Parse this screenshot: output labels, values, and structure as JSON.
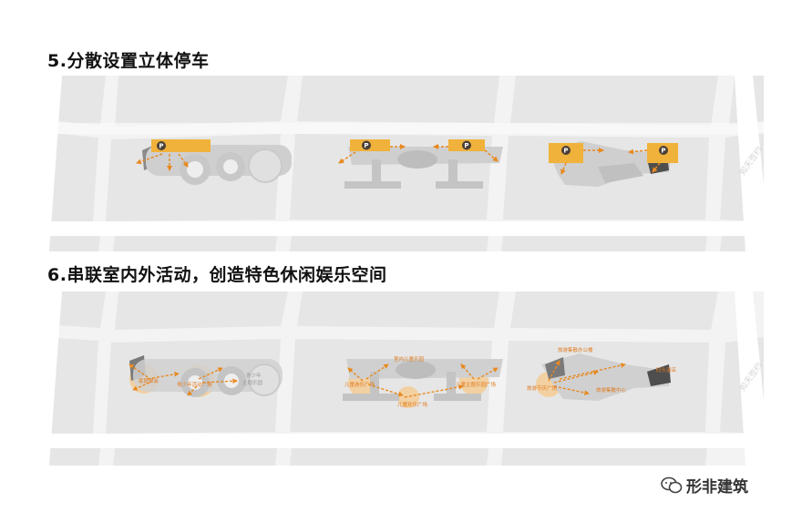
{
  "section5": {
    "title": "5.分散设置立体停车",
    "parking_symbol": "P"
  },
  "section6": {
    "title": "6.串联室内外活动，创造特色休闲娱乐空间",
    "labels": {
      "l1": "家庭聚会",
      "l2": "青少年活动广场",
      "l3": "青少年",
      "l3b": "主题乐园",
      "l4": "室内儿童乐园",
      "l5": "儿童游乐广场",
      "l6": "儿童欢乐广场",
      "l7": "儿童主题乐园广场",
      "l8": "旅游集散办公楼",
      "l9": "旅游节庆广场",
      "l10": "旅游集散中心",
      "l11": "码头酒店"
    }
  },
  "watermark": "知天签约",
  "brand": {
    "name": "形非建筑",
    "icon": "wechat-icon"
  },
  "colors": {
    "orange": "#e8891f",
    "parking_fill": "#f0b23a",
    "glow": "#f6c98a",
    "gray_block": "#e9e9e9",
    "building": "#c4c4c4"
  }
}
